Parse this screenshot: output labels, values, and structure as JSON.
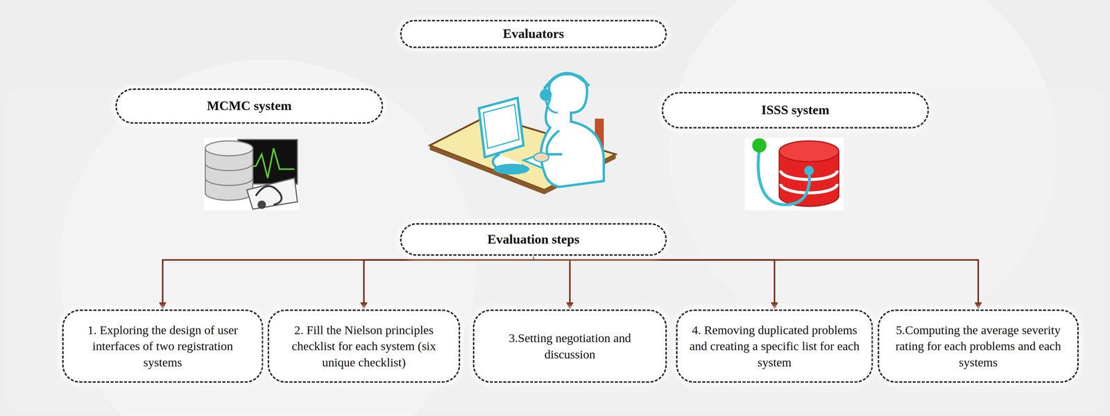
{
  "diagram": {
    "nodes": [
      {
        "text": [
          "Evaluators"
        ]
      },
      {
        "text": [
          "MCMC system"
        ]
      },
      {
        "text": [
          "ISSS system"
        ]
      },
      {
        "text": [
          "Evaluation steps"
        ]
      },
      {
        "text": [
          "1. Exploring the design of user interfaces of two registration systems"
        ]
      },
      {
        "text": [
          "2. Fill the Nielson principles checklist for each system (six unique checklist)"
        ]
      },
      {
        "text": [
          "3.Setting negotiation and discussion"
        ]
      },
      {
        "text": [
          "4. Removing duplicated problems and creating a specific list for each system"
        ]
      },
      {
        "text": [
          "5.Computing the average severity rating for each problems and each systems"
        ]
      }
    ],
    "edges": [
      {
        "from": 3,
        "to": 4,
        "arrow": "to"
      },
      {
        "from": 3,
        "to": 5,
        "arrow": "to"
      },
      {
        "from": 3,
        "to": 6,
        "arrow": "to"
      },
      {
        "from": 3,
        "to": 7,
        "arrow": "to"
      },
      {
        "from": 3,
        "to": 8,
        "arrow": "to"
      }
    ]
  }
}
